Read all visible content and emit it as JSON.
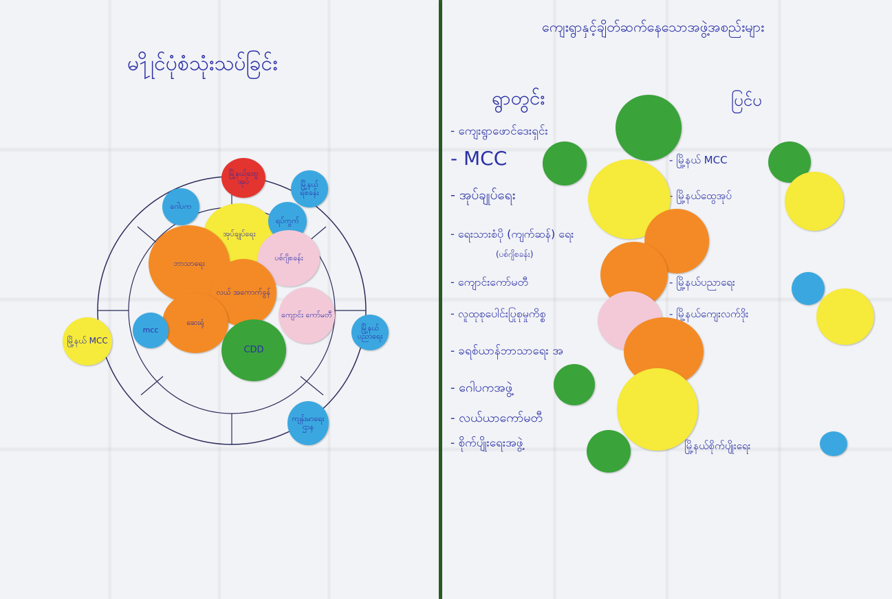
{
  "left_sheet": {
    "title": "မ႑ိုင်ပုံစံသုံးသပ်ခြင်း",
    "discs": [
      {
        "id": "l-red-top",
        "label": "မြို့နယ်ထွေအုပ်",
        "color": "#e3342f"
      },
      {
        "id": "l-blue-topright",
        "label": "မြို့နယ်ရဲစခန်း",
        "color": "#3ba7e0"
      },
      {
        "id": "l-blue-upleft",
        "label": "ဂေါပက",
        "color": "#3ba7e0"
      },
      {
        "id": "l-yellow-center",
        "label": "အုပ်ချုပ်ရေး",
        "color": "#f6ea3a"
      },
      {
        "id": "l-blue-small",
        "label": "ရပ်ကွက်",
        "color": "#3ba7e0"
      },
      {
        "id": "l-pink-right",
        "label": "ပစ်ဂျိစခန်း",
        "color": "#f3c9d8"
      },
      {
        "id": "l-orange-big",
        "label": "ဘာသာရေး",
        "color": "#f48a25"
      },
      {
        "id": "l-orange-mid",
        "label": "လယ် အကောက်ခွန်",
        "color": "#f48a25"
      },
      {
        "id": "l-pink-lower",
        "label": "ကျောင်း ကော်မတီ",
        "color": "#f3c9d8"
      },
      {
        "id": "l-orange-small",
        "label": "ဆေးရုံ",
        "color": "#f48a25"
      },
      {
        "id": "l-blue-mcc",
        "label": "mcc",
        "color": "#3ba7e0"
      },
      {
        "id": "l-green-cdd",
        "label": "CDD",
        "color": "#3aa33a"
      },
      {
        "id": "l-yellow-outside",
        "label": "မြို့နယ် MCC",
        "color": "#f6ea3a"
      },
      {
        "id": "l-blue-right-outside",
        "label": "မြို့နယ် ပညာရေး",
        "color": "#3ba7e0"
      },
      {
        "id": "l-blue-bottom",
        "label": "ကျန်းမာရေး ဌာန",
        "color": "#3ba7e0"
      }
    ]
  },
  "right_sheet": {
    "title": "ကျေးရွာနှင့်ချိတ်ဆက်နေသောအဖွဲ့အစည်းများ",
    "col_left_heading": "ရွာတွင်း",
    "col_right_heading": "ပြင်ပ",
    "left_items": [
      "- ကျေးရွာ​ဖောင်ဒေးရှင်း",
      "- MCC",
      "- အုပ်ချုပ်ရေး",
      "- ရေးသားစံပို (ကျက်ဆန်) ရေး",
      "(ပစ်ဂျိစခန်း)",
      "- ကျောင်းကော်မတီ",
      "- လူထုစုပေါင်းပြုစုမှုကိစ္စ",
      "- ခရစ်ယာန်ဘာသာရေး အ",
      "- ဂေါပကအဖွဲ့",
      "- လယ်ယာကော်မတီ",
      "- စိုက်ပျိုးရေးအဖွဲ့"
    ],
    "right_items": [
      "- မြို့နယ် MCC",
      "- မြို့နယ်ထွေအုပ်",
      "- မြို့နယ်ပညာရေး",
      "- မြို့နယ်ကျေးလက်ဒိုး",
      "မြို့နယ်စိုက်ပျိုးရေး"
    ]
  },
  "colors": {
    "ink": "#2b2fa6",
    "green": "#3aa33a",
    "yellow": "#f6ea3a",
    "orange": "#f48a25",
    "pink": "#f3c9d8",
    "blue": "#3ba7e0",
    "red": "#e3342f",
    "paper": "#f1f3f6",
    "grass": "#2f6b2a"
  }
}
